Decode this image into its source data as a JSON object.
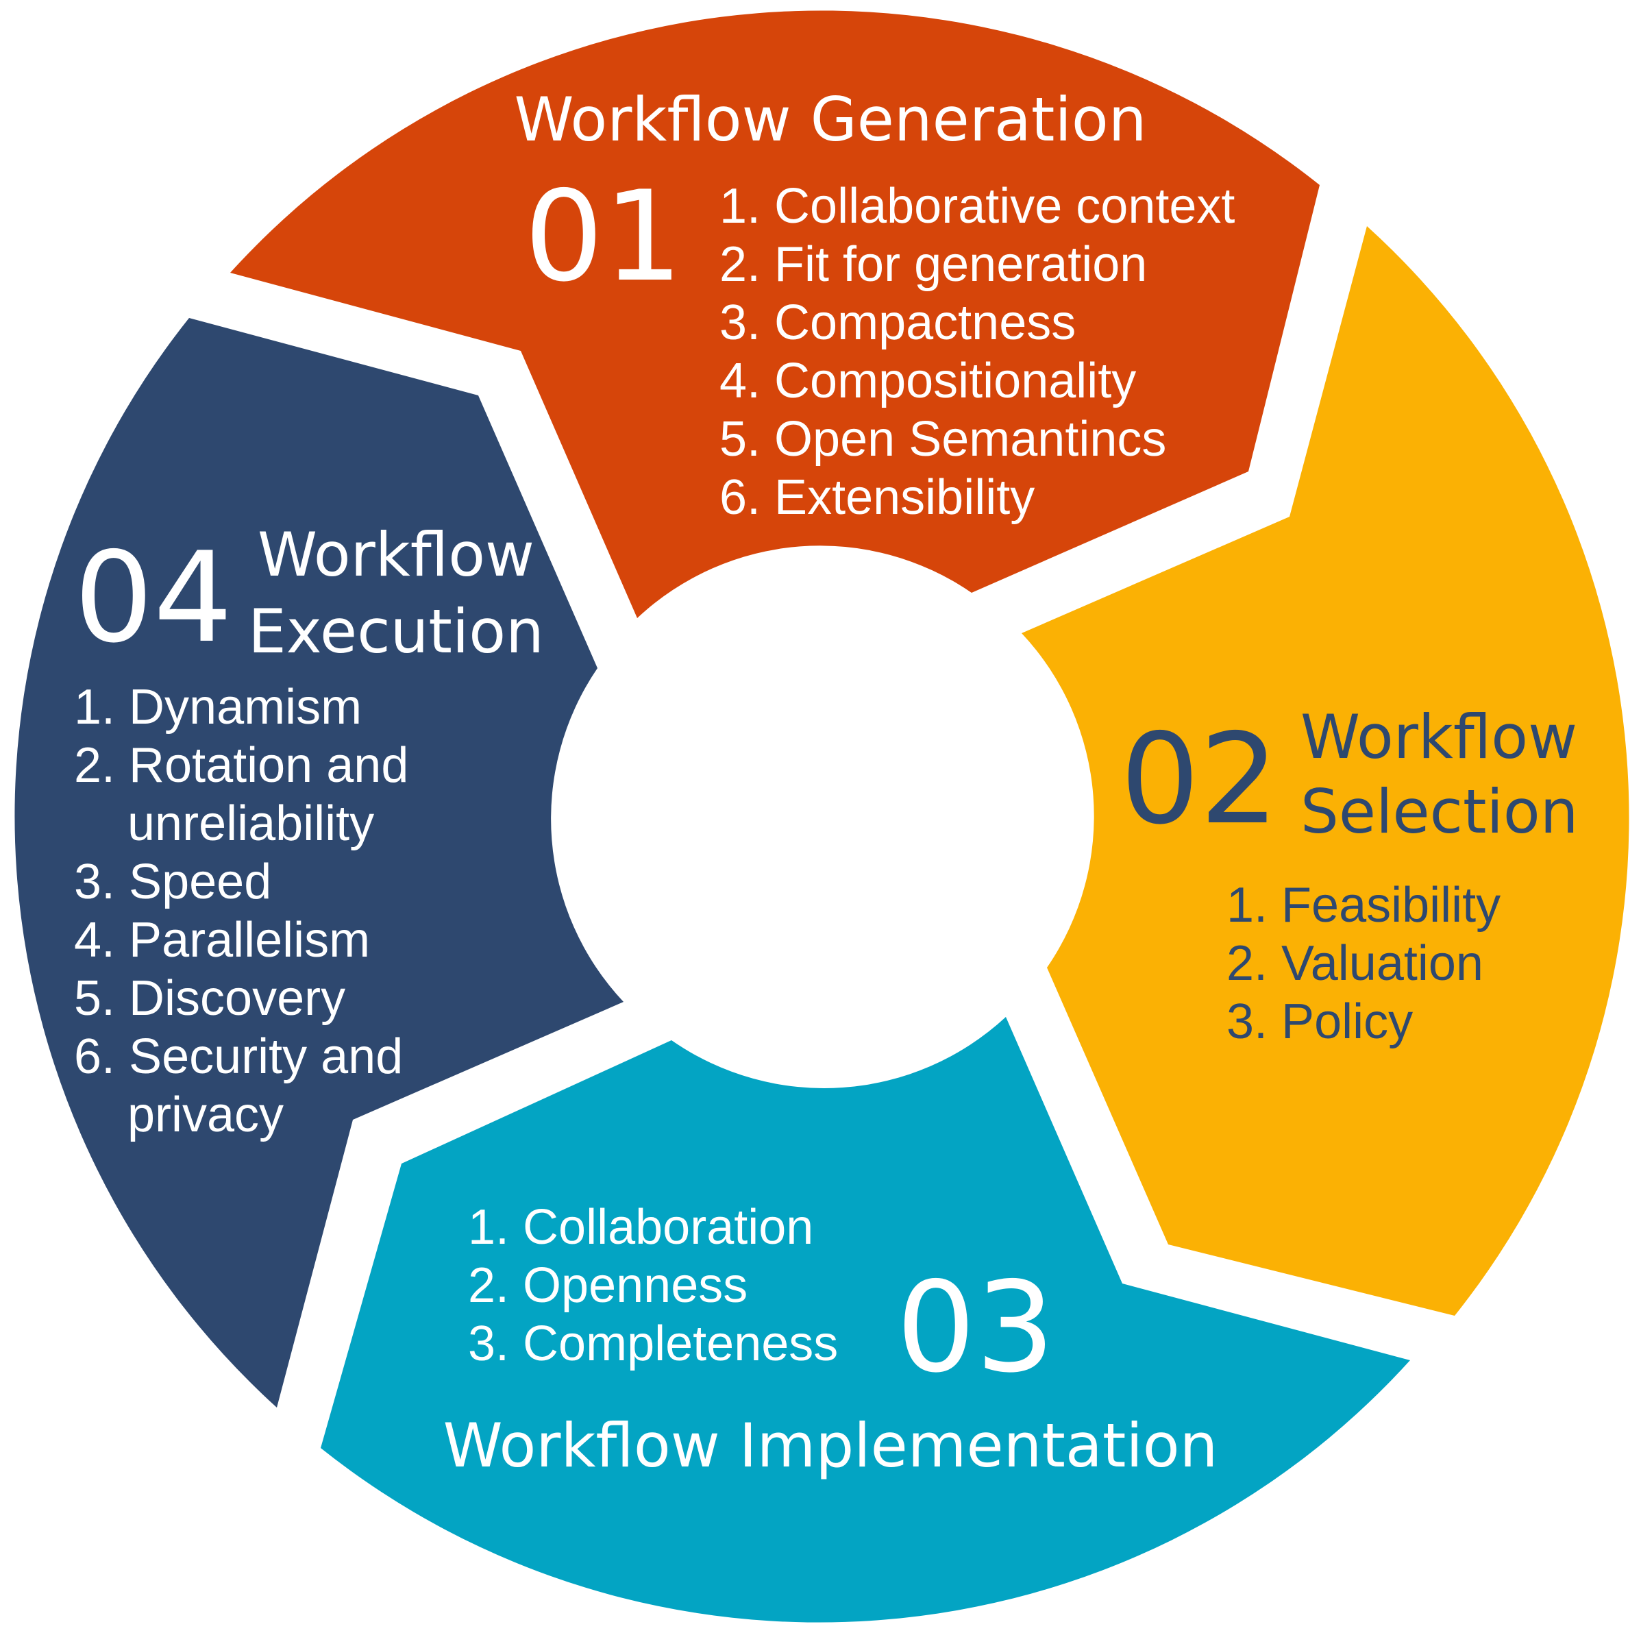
{
  "colors": {
    "generation": "#D6450A",
    "selection": "#FBB104",
    "implementation": "#03A4C3",
    "execution": "#2E486F",
    "light_text": "#FFFFFF",
    "dark_text": "#2E486F",
    "background": "#FFFFFF"
  },
  "stages": [
    {
      "key": "generation",
      "number": "01",
      "title_lines": [
        "Workflow Generation"
      ],
      "items": [
        "1. Collaborative context",
        "2. Fit for generation",
        "3. Compactness",
        "4. Compositionality",
        "5. Open Semantincs",
        "6. Extensibility"
      ]
    },
    {
      "key": "selection",
      "number": "02",
      "title_lines": [
        "Workflow",
        "Selection"
      ],
      "items": [
        "1. Feasibility",
        "2. Valuation",
        "3. Policy"
      ]
    },
    {
      "key": "implementation",
      "number": "03",
      "title_lines": [
        "Workflow Implementation"
      ],
      "items": [
        "1. Collaboration",
        "2. Openness",
        "3. Completeness"
      ]
    },
    {
      "key": "execution",
      "number": "04",
      "title_lines": [
        "Workflow",
        "Execution"
      ],
      "items": [
        "1. Dynamism",
        "2. Rotation and",
        "unreliability",
        "3. Speed",
        "4. Parallelism",
        "5. Discovery",
        "6. Security and",
        "privacy"
      ]
    }
  ]
}
